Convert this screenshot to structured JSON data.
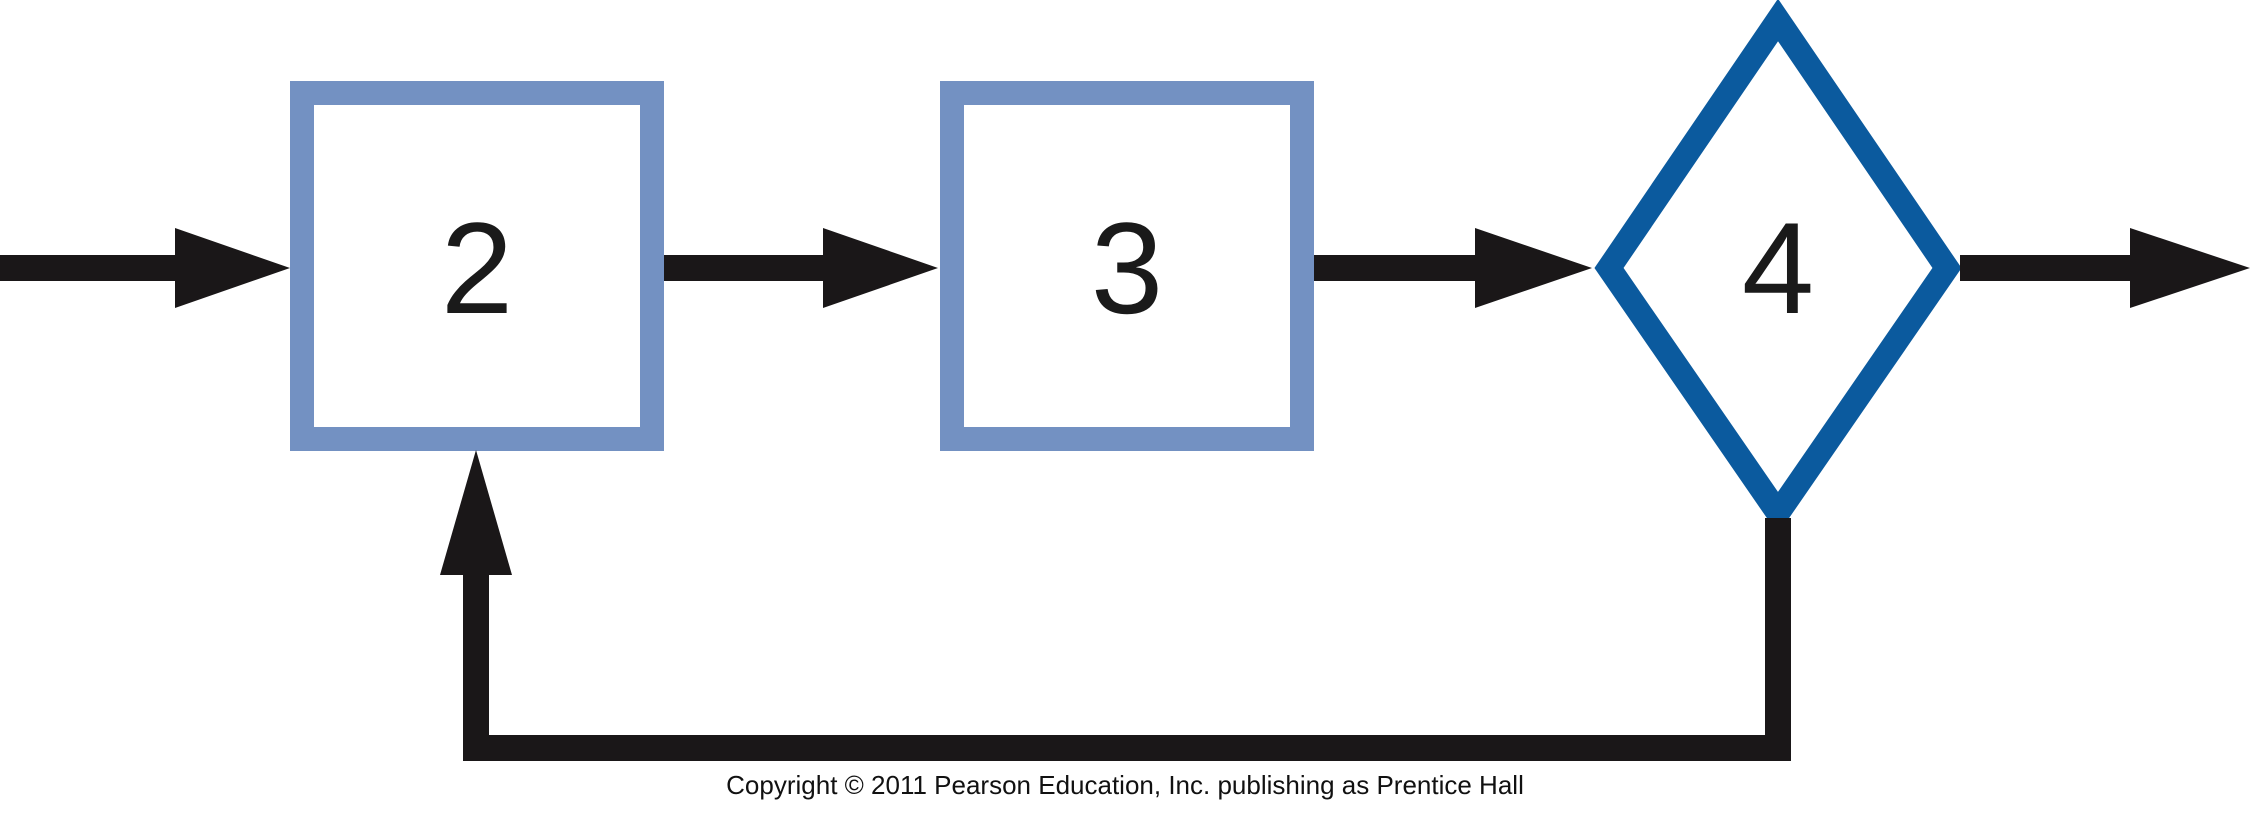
{
  "diagram": {
    "nodes": [
      {
        "id": "step-2",
        "label": "2",
        "shape": "square"
      },
      {
        "id": "step-3",
        "label": "3",
        "shape": "square"
      },
      {
        "id": "decision-4",
        "label": "4",
        "shape": "diamond"
      }
    ],
    "edges": [
      {
        "from": "input",
        "to": "step-2"
      },
      {
        "from": "step-2",
        "to": "step-3"
      },
      {
        "from": "step-3",
        "to": "decision-4"
      },
      {
        "from": "decision-4",
        "to": "output"
      },
      {
        "from": "decision-4",
        "to": "step-2",
        "type": "feedback-loop"
      }
    ],
    "colors": {
      "square_border": "#7391c2",
      "diamond_border": "#0b5a9e",
      "arrow": "#1a1718"
    }
  },
  "footer": {
    "copyright": "Copyright © 2011 Pearson Education, Inc. publishing as Prentice Hall"
  }
}
